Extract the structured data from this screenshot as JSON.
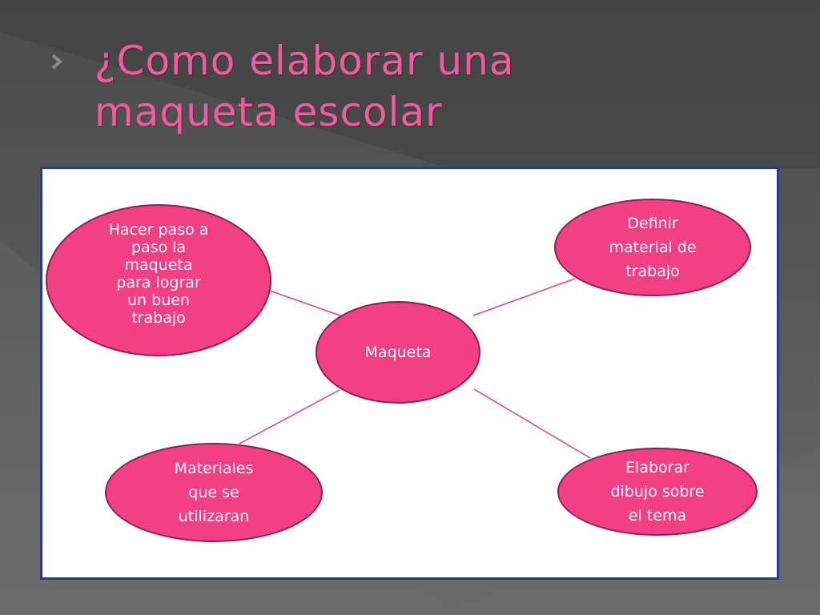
{
  "slide": {
    "title_line1": "¿Como elaborar una",
    "title_line2": "maqueta escolar"
  },
  "colors": {
    "background": "#555555",
    "title": "#f55b9c",
    "panel": "#ffffff",
    "panel_border": "#223f8c",
    "node_fill": "#f33f83",
    "node_border": "#8e2050",
    "connector": "#e0457f"
  },
  "icons": {
    "bullet": "chevron-right-icon"
  },
  "diagram": {
    "center": "Maqueta",
    "nodes": {
      "top_left": [
        "Hacer paso a",
        "paso la",
        "maqueta",
        "para lograr",
        "un buen",
        "trabajo"
      ],
      "top_right": [
        "Definir",
        "material de",
        "trabajo"
      ],
      "bottom_left": [
        "Materiales",
        "que se",
        "utilizaran"
      ],
      "bottom_right": [
        "Elaborar",
        "dibujo sobre",
        "el tema"
      ]
    }
  }
}
